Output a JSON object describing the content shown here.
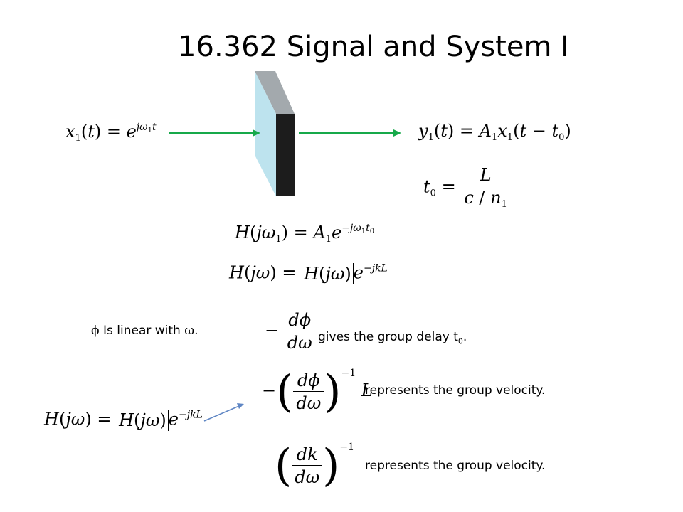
{
  "slide": {
    "title": "16.362 Signal and System I",
    "colors": {
      "arrow": "#17a94a",
      "slab_front": "#bde3ee",
      "slab_top": "#a3a9ad",
      "slab_side": "#1c1c1c",
      "pointer": "#5f86c4"
    },
    "linear_note": {
      "symbol": "ϕ",
      "text": " Is linear with ",
      "symbol2": "ω",
      "end": "."
    },
    "group_delay_text": "gives the group delay t",
    "group_delay_sub": "0",
    "group_delay_end": ".",
    "group_velocity_text_1": "represents the group velocity.",
    "group_velocity_text_2": "represents the group velocity."
  }
}
